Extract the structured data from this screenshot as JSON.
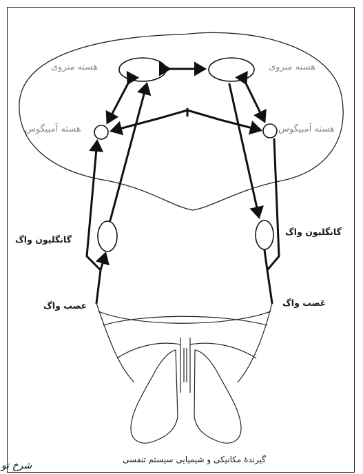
{
  "labels": {
    "nucleus_ambiguus_left": "هسته آمبیگوس",
    "nucleus_ambiguus_right": "هسته آمبیگوس",
    "nucleus_solitarius_left": "هسته منزوی",
    "nucleus_solitarius_right": "هسته منزوی",
    "vagal_ganglion_left": "گانگلیون واگ",
    "vagal_ganglion_right": "گانگلیون واگ",
    "vagus_nerve_left": "عصب واگ",
    "vagus_nerve_right": "عَصب واگ"
  },
  "caption": "گیرندهٔ مکانیکی و شیمیایی سیستم تنفسی",
  "signature": "شرخ تو"
}
